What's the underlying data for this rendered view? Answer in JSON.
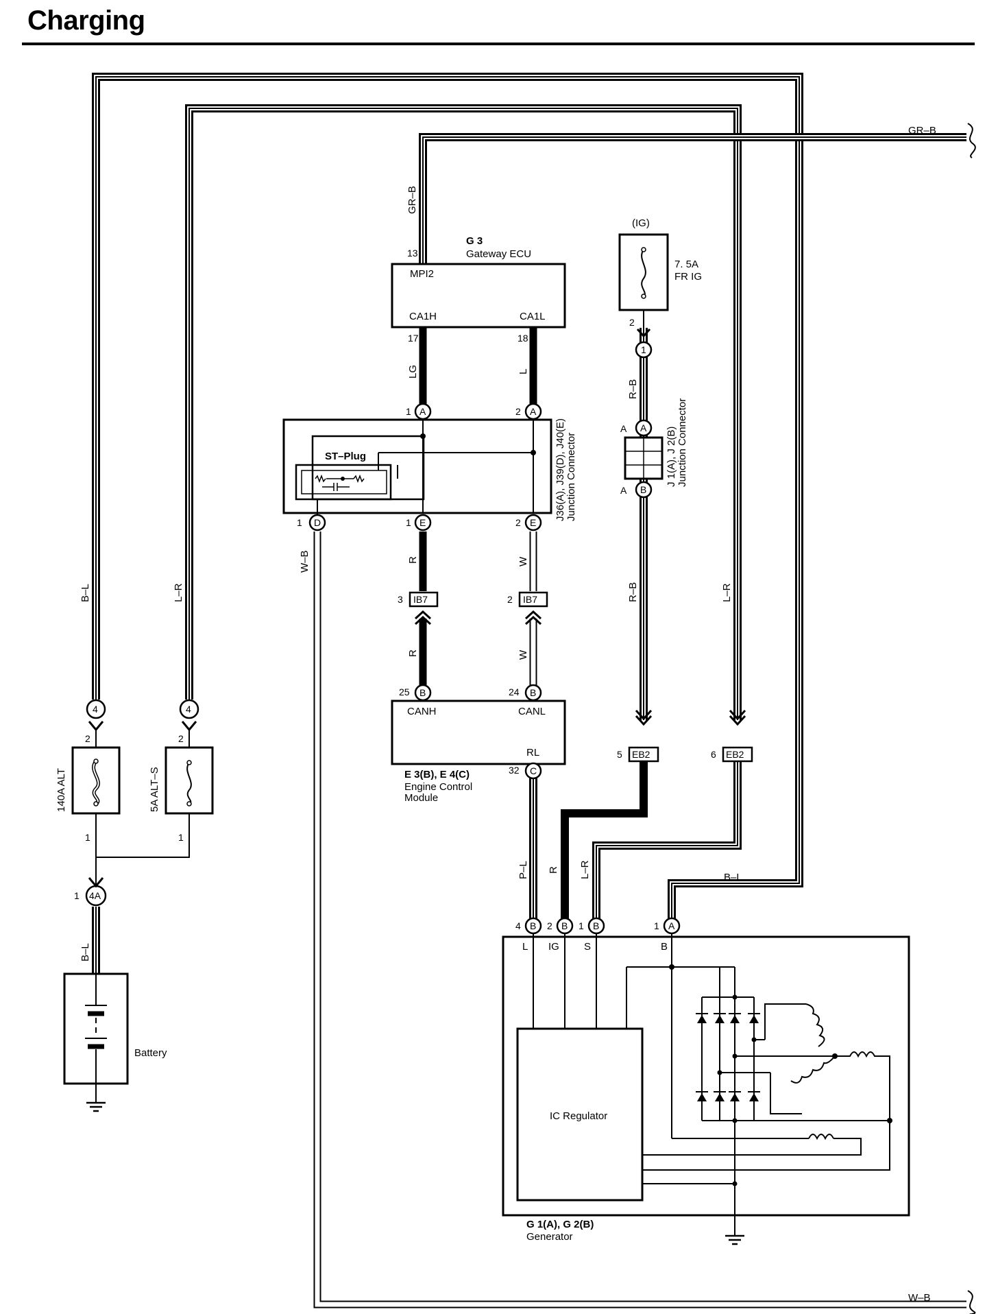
{
  "title": "Charging",
  "wires": {
    "top_right": "GR–B",
    "bottom_right": "W–B",
    "ecu_mpi2": "GR–B",
    "lg": "LG",
    "l": "L",
    "r_upper": "R",
    "w_upper": "W",
    "r_lower": "R",
    "w_lower": "W",
    "wb_vertical": "W–B",
    "bl_left": "B–L",
    "lr_left": "L–R",
    "rb_upper": "R–B",
    "rb_lower": "R–B",
    "lr_right": "L–R",
    "bl_gen": "B–L",
    "pl_gen": "P–L",
    "r_gen": "R",
    "lr_gen": "L–R",
    "bl_battery": "B–L"
  },
  "components": {
    "gateway": {
      "id": "G 3",
      "name": "Gateway ECU",
      "pin_mpi2": "MPI2",
      "pin_ca1h": "CA1H",
      "pin_ca1l": "CA1L",
      "pin13": "13",
      "pin17": "17",
      "pin18": "18"
    },
    "fuse_ig": {
      "label": "(IG)",
      "rating": "7. 5A",
      "name": "FR IG",
      "pin": "2"
    },
    "junction_j": {
      "line1": "J 1(A), J 2(B)",
      "line2": "Junction Connector"
    },
    "junction_j36": {
      "line1": "J36(A), J39(D), J40(E)",
      "line2": "Junction Connector",
      "stplug": "ST–Plug"
    },
    "ecm": {
      "line1": "E 3(B), E 4(C)",
      "line2": "Engine Control",
      "line3": "Module",
      "canh": "CANH",
      "canl": "CANL",
      "rl": "RL",
      "pin25": "25",
      "pin24": "24",
      "pin32": "32"
    },
    "generator": {
      "line1": "G 1(A), G 2(B)",
      "line2": "Generator",
      "pin_l": "L",
      "pin_ig": "IG",
      "pin_s": "S",
      "pin_b": "B",
      "regulator": "IC Regulator"
    },
    "fuse_alt": {
      "rating": "140A ALT"
    },
    "fuse_alts": {
      "rating": "5A ALT–S"
    },
    "battery": {
      "label": "Battery"
    },
    "connectors": {
      "ib7": "IB7",
      "eb2": "EB2",
      "c4": "4",
      "c4a": "4A",
      "c1": "1",
      "cA": "A",
      "cB": "B",
      "cC": "C",
      "cD": "D",
      "cE": "E"
    },
    "pins": {
      "p1": "1",
      "p2": "2",
      "p3": "3",
      "p4": "4",
      "p5": "5",
      "p6": "6",
      "pA": "A"
    }
  }
}
